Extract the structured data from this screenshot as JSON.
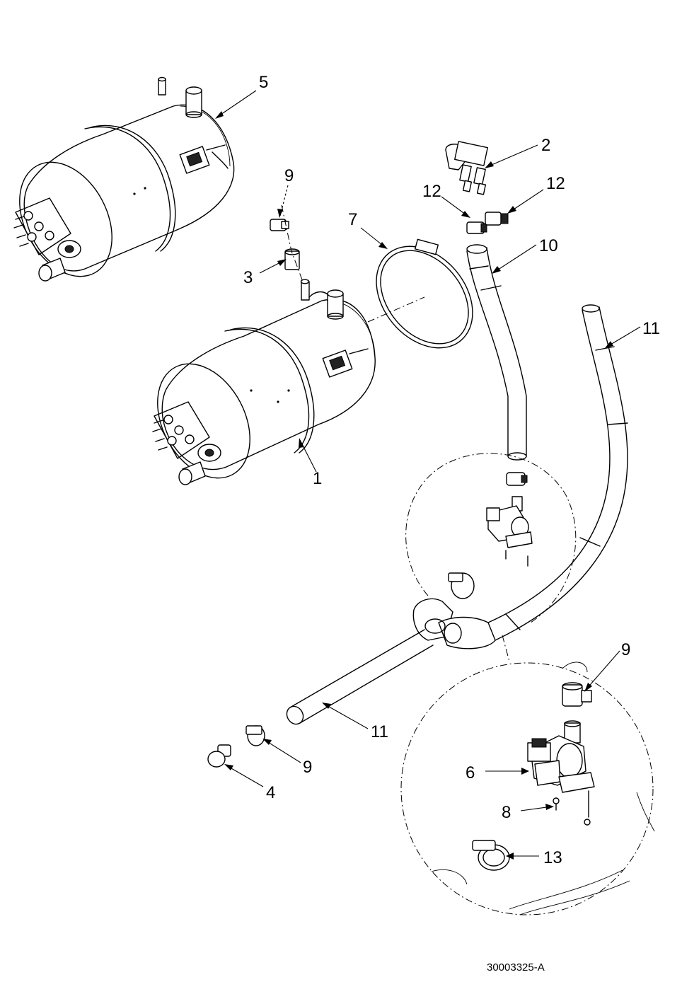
{
  "drawing": {
    "document_number": "30003325-A"
  },
  "callouts": [
    {
      "id": "c1",
      "label": "1"
    },
    {
      "id": "c2",
      "label": "2"
    },
    {
      "id": "c3",
      "label": "3"
    },
    {
      "id": "c4",
      "label": "4"
    },
    {
      "id": "c5",
      "label": "5"
    },
    {
      "id": "c6",
      "label": "6"
    },
    {
      "id": "c7",
      "label": "7"
    },
    {
      "id": "c8",
      "label": "8"
    },
    {
      "id": "c9a",
      "label": "9"
    },
    {
      "id": "c9b",
      "label": "9"
    },
    {
      "id": "c9c",
      "label": "9"
    },
    {
      "id": "c10",
      "label": "10"
    },
    {
      "id": "c11a",
      "label": "11"
    },
    {
      "id": "c11b",
      "label": "11"
    },
    {
      "id": "c12a",
      "label": "12"
    },
    {
      "id": "c12b",
      "label": "12"
    },
    {
      "id": "c13",
      "label": "13"
    }
  ]
}
